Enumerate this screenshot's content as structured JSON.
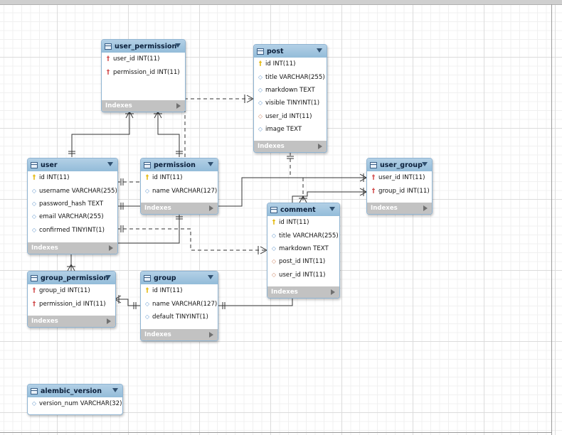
{
  "diagram": {
    "indexes_label": "Indexes",
    "tables": [
      {
        "key": "user_permission",
        "name": "user_permission",
        "columns": [
          {
            "icon": "fk-key",
            "text": "user_id INT(11)"
          },
          {
            "icon": "fk-key",
            "text": "permission_id INT(11)"
          }
        ],
        "indexes": true
      },
      {
        "key": "post",
        "name": "post",
        "columns": [
          {
            "icon": "pk-key",
            "text": "id INT(11)"
          },
          {
            "icon": "diamond",
            "text": "title VARCHAR(255)"
          },
          {
            "icon": "diamond",
            "text": "markdown TEXT"
          },
          {
            "icon": "diamond",
            "text": "visible TINYINT(1)"
          },
          {
            "icon": "fk-diamond",
            "text": "user_id INT(11)"
          },
          {
            "icon": "diamond",
            "text": "image TEXT"
          }
        ],
        "indexes": true
      },
      {
        "key": "user",
        "name": "user",
        "columns": [
          {
            "icon": "pk-key",
            "text": "id INT(11)"
          },
          {
            "icon": "diamond",
            "text": "username VARCHAR(255)"
          },
          {
            "icon": "diamond",
            "text": "password_hash TEXT"
          },
          {
            "icon": "diamond",
            "text": "email VARCHAR(255)"
          },
          {
            "icon": "diamond",
            "text": "confirmed TINYINT(1)"
          }
        ],
        "indexes": true
      },
      {
        "key": "permission",
        "name": "permission",
        "columns": [
          {
            "icon": "pk-key",
            "text": "id INT(11)"
          },
          {
            "icon": "diamond",
            "text": "name VARCHAR(127)"
          }
        ],
        "indexes": true
      },
      {
        "key": "user_group",
        "name": "user_group",
        "columns": [
          {
            "icon": "fk-key",
            "text": "user_id INT(11)"
          },
          {
            "icon": "fk-key",
            "text": "group_id INT(11)"
          }
        ],
        "indexes": true
      },
      {
        "key": "comment",
        "name": "comment",
        "columns": [
          {
            "icon": "pk-key",
            "text": "id INT(11)"
          },
          {
            "icon": "diamond",
            "text": "title VARCHAR(255)"
          },
          {
            "icon": "diamond",
            "text": "markdown TEXT"
          },
          {
            "icon": "fk-diamond",
            "text": "post_id INT(11)"
          },
          {
            "icon": "fk-diamond",
            "text": "user_id INT(11)"
          }
        ],
        "indexes": true
      },
      {
        "key": "group_permission",
        "name": "group_permission",
        "columns": [
          {
            "icon": "fk-key",
            "text": "group_id INT(11)"
          },
          {
            "icon": "fk-key",
            "text": "permission_id INT(11)"
          }
        ],
        "indexes": true
      },
      {
        "key": "group",
        "name": "group",
        "columns": [
          {
            "icon": "pk-key",
            "text": "id INT(11)"
          },
          {
            "icon": "diamond",
            "text": "name VARCHAR(127)"
          },
          {
            "icon": "diamond",
            "text": "default TINYINT(1)"
          }
        ],
        "indexes": true
      },
      {
        "key": "alembic_version",
        "name": "alembic_version",
        "columns": [
          {
            "icon": "diamond",
            "text": "version_num VARCHAR(32)"
          }
        ],
        "indexes": false
      }
    ]
  }
}
